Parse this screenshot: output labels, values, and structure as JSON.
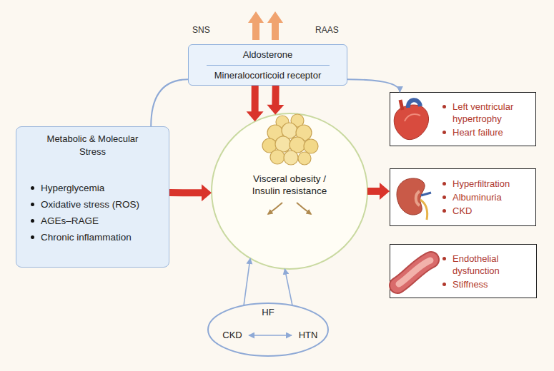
{
  "diagram": {
    "nodes": [
      {
        "text": [
          "Aldosterone",
          "Mineralocorticoid receptor"
        ]
      },
      {
        "text": [
          "Metabolic & Molecular Stress",
          "Hyperglycemia",
          "Oxidative stress (ROS)",
          "AGEs–RAGE",
          "Chronic inflammation"
        ]
      },
      {
        "text": [
          "Visceral obesity / Insulin resistance"
        ]
      },
      {
        "text": [
          "Left ventricular hypertrophy",
          "Heart failure"
        ]
      },
      {
        "text": [
          "Hyperfiltration",
          "Albuminuria",
          "CKD"
        ]
      },
      {
        "text": [
          "Endothelial dysfunction",
          "Stiffness"
        ]
      },
      {
        "text": [
          "HF"
        ]
      },
      {
        "text": [
          "CKD"
        ],
        "in": 6
      },
      {
        "text": [
          "HTN"
        ],
        "in": 6
      }
    ],
    "edges": [
      {
        "from": 0,
        "to": 2,
        "arrow": "to"
      },
      {
        "from": 0,
        "to": 2,
        "arrow": "to"
      },
      {
        "from": 1,
        "to": 2,
        "arrow": "to"
      },
      {
        "from": 2,
        "to": 4,
        "arrow": "to"
      },
      {
        "from": 1,
        "to": 0,
        "arrow": "none"
      },
      {
        "from": 0,
        "to": 3,
        "arrow": "to"
      },
      {
        "from": 6,
        "to": 2,
        "arrow": "to"
      },
      {
        "from": 6,
        "to": 2,
        "arrow": "to"
      },
      {
        "from": 7,
        "to": 8,
        "arrow": "both"
      }
    ],
    "labels": [
      "SNS",
      "RAAS"
    ]
  }
}
